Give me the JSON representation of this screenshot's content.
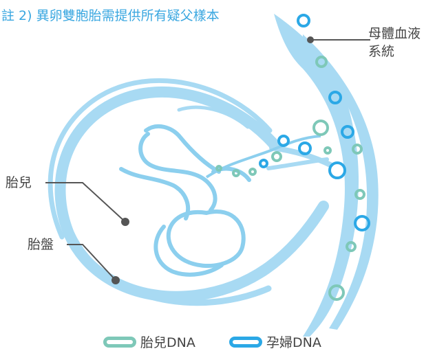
{
  "note": "註 2) 異卵雙胞胎需提供所有疑父樣本",
  "labels": {
    "maternal_blood_line1": "母體血液",
    "maternal_blood_line2": "系統",
    "fetus": "胎兒",
    "placenta": "胎盤"
  },
  "legend": [
    {
      "label": "胎兒DNA",
      "icon": "fetal-dna-ring-icon",
      "color": "#7ec8b8"
    },
    {
      "label": "孕婦DNA",
      "icon": "maternal-dna-ring-icon",
      "color": "#2ba8e6"
    }
  ],
  "colors": {
    "title": "#3aa7e0",
    "outline": "#a8daf3",
    "outline_dark": "#8ccfee",
    "fetal_dna": "#7ec8b8",
    "maternal_dna": "#2ba8e6",
    "leader": "#555555"
  }
}
